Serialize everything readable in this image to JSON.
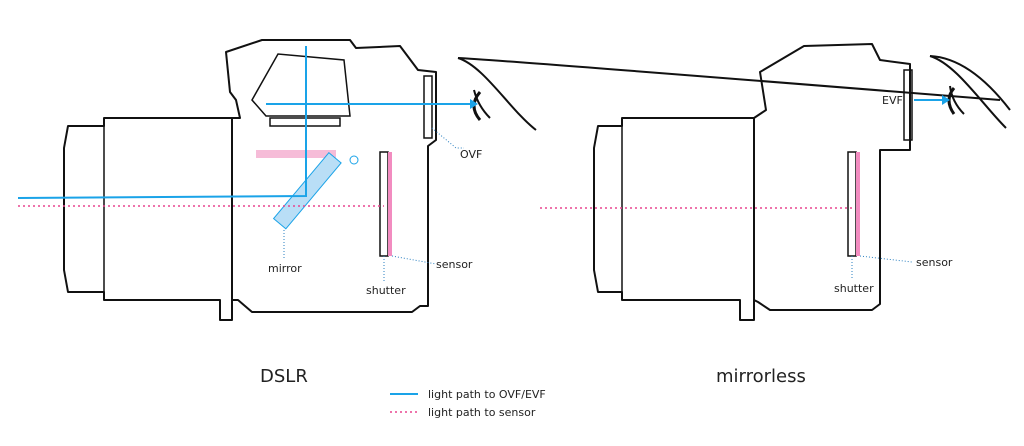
{
  "colors": {
    "outline": "#111111",
    "ovf_path": "#1aa3e8",
    "sensor_path": "#e8458f",
    "sensor_fill": "#f28cc0",
    "mirror_fill": "#b9def6",
    "pointer": "#2a7fc0"
  },
  "dslr": {
    "title": "DSLR",
    "labels": {
      "ovf": "OVF",
      "mirror": "mirror",
      "shutter": "shutter",
      "sensor": "sensor"
    }
  },
  "mirrorless": {
    "title": "mirrorless",
    "labels": {
      "evf": "EVF",
      "shutter": "shutter",
      "sensor": "sensor"
    }
  },
  "legend": {
    "items": [
      {
        "label": "light path to OVF/EVF",
        "style": "solid",
        "color": "#1aa3e8"
      },
      {
        "label": "light path to sensor",
        "style": "dotted",
        "color": "#e8458f"
      }
    ]
  }
}
